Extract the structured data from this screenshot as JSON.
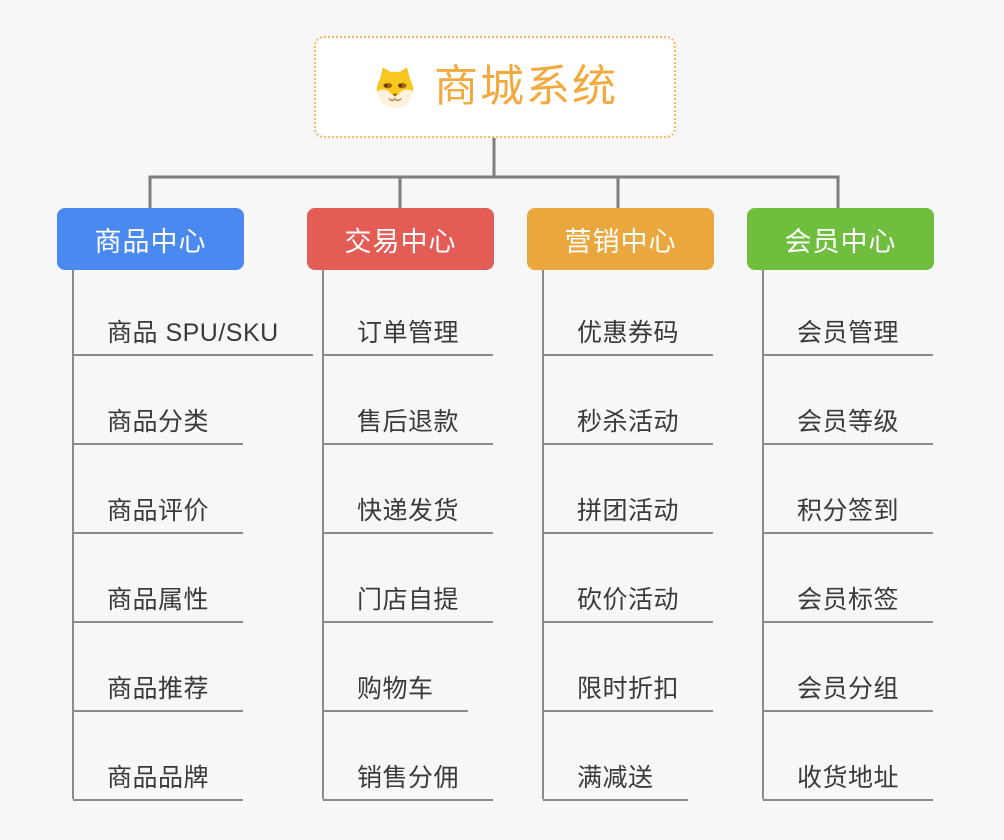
{
  "root": {
    "label": "商城系统",
    "icon": "shiba-dog-icon"
  },
  "branches": [
    {
      "label": "商品中心",
      "color": "#4a8af0",
      "children": [
        "商品 SPU/SKU",
        "商品分类",
        "商品评价",
        "商品属性",
        "商品推荐",
        "商品品牌"
      ]
    },
    {
      "label": "交易中心",
      "color": "#e45c56",
      "children": [
        "订单管理",
        "售后退款",
        "快递发货",
        "门店自提",
        "购物车",
        "销售分佣"
      ]
    },
    {
      "label": "营销中心",
      "color": "#e9a73d",
      "children": [
        "优惠券码",
        "秒杀活动",
        "拼团活动",
        "砍价活动",
        "限时折扣",
        "满减送"
      ]
    },
    {
      "label": "会员中心",
      "color": "#6fbe3e",
      "children": [
        "会员管理",
        "会员等级",
        "积分签到",
        "会员标签",
        "会员分组",
        "收货地址"
      ]
    }
  ],
  "colors": {
    "background": "#f7f7f7",
    "connector": "#7e7e7e",
    "child_line": "#8b8b8b",
    "child_text": "#3a3a3a",
    "root_text": "#f2a93e",
    "root_border": "#f3b95f",
    "root_background": "#ffffff"
  }
}
